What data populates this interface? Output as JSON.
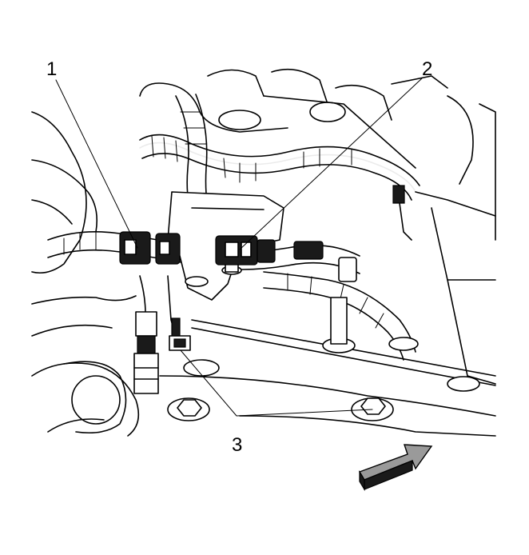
{
  "callouts": [
    {
      "id": "1",
      "label": "1"
    },
    {
      "id": "2",
      "label": "2"
    },
    {
      "id": "3",
      "label": "3"
    }
  ],
  "icons": {
    "direction_arrow": "front-direction-arrow-icon"
  },
  "colors": {
    "line": "#000000",
    "background": "#ffffff",
    "connector_fill": "#1a1a1a",
    "arrow_fill": "#9a9a9a"
  }
}
